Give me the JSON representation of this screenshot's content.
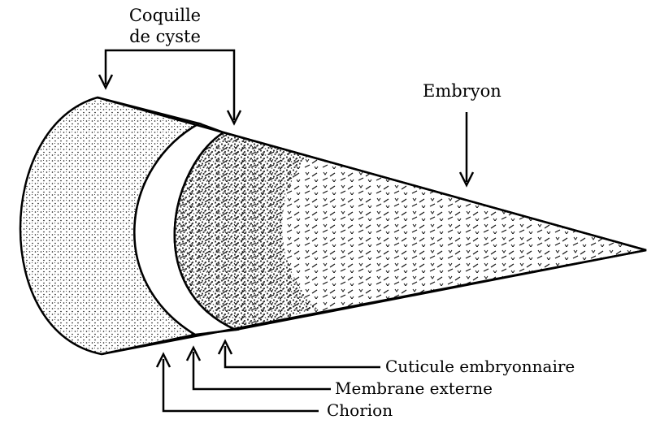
{
  "labels": {
    "cyst_shell_line1": "Coquille",
    "cyst_shell_line2": "de cyste",
    "embryo": "Embryon",
    "embryonic_cuticle": "Cuticule embryonnaire",
    "outer_membrane": "Membrane externe",
    "chorion": "Chorion"
  }
}
